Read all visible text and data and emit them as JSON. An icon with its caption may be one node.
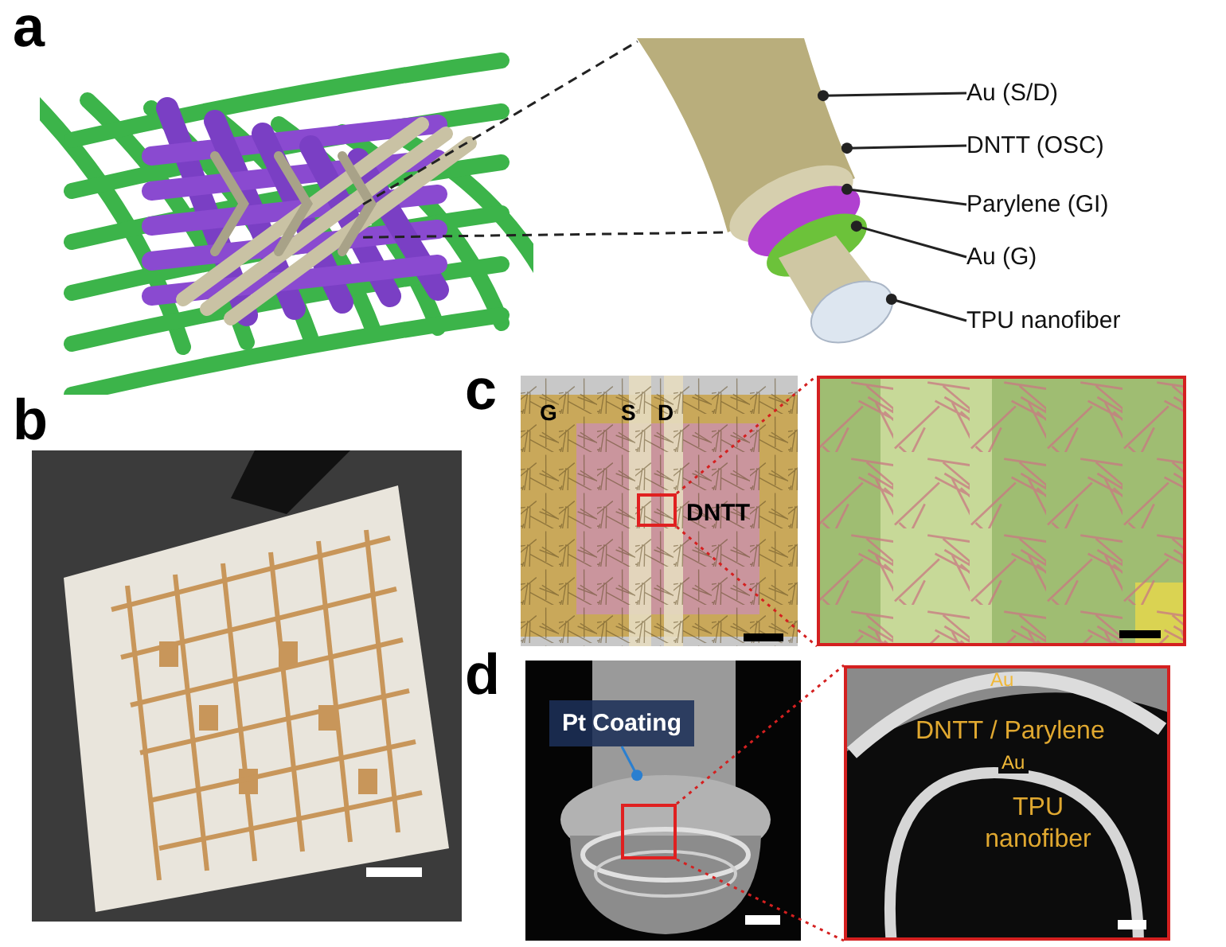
{
  "diagram": {
    "nodes": [
      {
        "text": [],
        "shape": "picture"
      },
      {
        "text": [],
        "shape": "picture"
      },
      {
        "text": [
          "Au (S/D)"
        ]
      },
      {
        "text": [
          "DNTT (OSC)"
        ]
      },
      {
        "text": [
          "Parylene (GI)"
        ]
      },
      {
        "text": [
          "Au (G)"
        ]
      },
      {
        "text": [
          "TPU nanofiber"
        ]
      },
      {
        "text": [],
        "shape": "picture"
      },
      {
        "text": [],
        "shape": "picture"
      },
      {
        "text": [],
        "shape": "box",
        "in": 8
      },
      {
        "text": [],
        "shape": "picture"
      },
      {
        "text": [],
        "shape": "picture"
      },
      {
        "text": [
          "Pt Coating"
        ],
        "in": 11
      },
      {
        "text": [],
        "shape": "box",
        "in": 11
      },
      {
        "text": [],
        "shape": "picture"
      }
    ],
    "edges": [
      {
        "from": 0,
        "to": 1,
        "arrow": "none",
        "style": "dashed"
      },
      {
        "from": 0,
        "to": 1,
        "arrow": "none",
        "style": "dashed"
      },
      {
        "from": 2,
        "to": 1,
        "arrow": "other"
      },
      {
        "from": 3,
        "to": 1,
        "arrow": "other"
      },
      {
        "from": 4,
        "to": 1,
        "arrow": "other"
      },
      {
        "from": 5,
        "to": 1,
        "arrow": "other"
      },
      {
        "from": 6,
        "to": 1,
        "arrow": "other"
      },
      {
        "from": 12,
        "to": 11,
        "arrow": "other",
        "color": "#2a7fd0"
      },
      {
        "from": 9,
        "to": 10,
        "arrow": "none",
        "style": "dashed",
        "color": "#d42020"
      },
      {
        "from": 9,
        "to": 10,
        "arrow": "none",
        "style": "dashed",
        "color": "#d42020"
      },
      {
        "from": 13,
        "to": 14,
        "arrow": "none",
        "style": "dashed",
        "color": "#d42020"
      },
      {
        "from": 13,
        "to": 14,
        "arrow": "none",
        "style": "dashed",
        "color": "#d42020"
      }
    ],
    "labels": [
      "a",
      "b",
      "c",
      "G",
      "S",
      "D",
      "DNTT",
      "d",
      "Au",
      "DNTT / Parylene",
      "Au",
      "TPU nanofiber"
    ]
  }
}
